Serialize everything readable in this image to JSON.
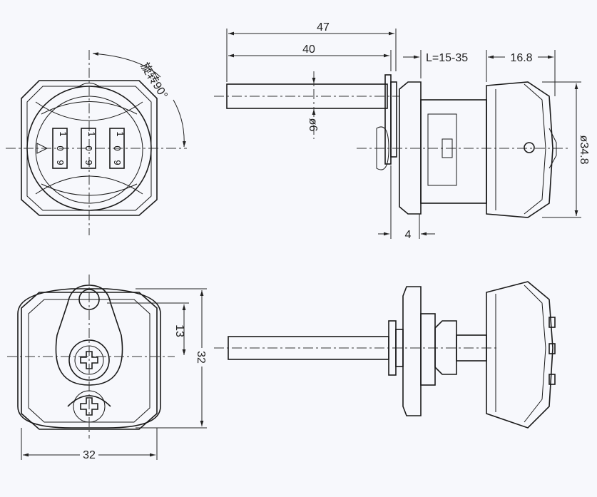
{
  "front_view": {
    "rotation_note": "旋转90°",
    "dial_digits": [
      [
        "1",
        "0",
        "9"
      ],
      [
        "1",
        "0",
        "9"
      ],
      [
        "1",
        "0",
        "9"
      ]
    ]
  },
  "side_view": {
    "overall_length": "47",
    "shaft_length": "40",
    "panel_thickness": "L=15-35",
    "housing_depth": "16.8",
    "shaft_diameter": "ø6",
    "housing_diameter": "ø34.8",
    "flange_thickness": "4"
  },
  "back_view": {
    "cam_offset": "13",
    "height": "32",
    "width": "32"
  }
}
